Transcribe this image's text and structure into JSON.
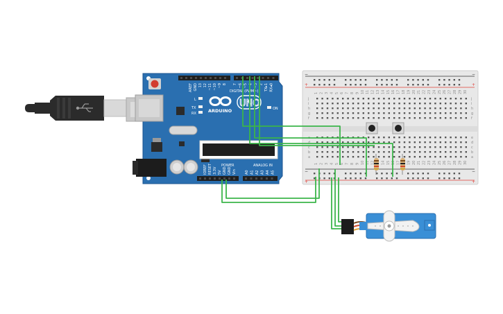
{
  "arduino": {
    "brand": "ARDUINO",
    "model": "UNO",
    "digital_header_label": "DIGITAL (PWM~)",
    "power_header_label": "POWER",
    "analog_header_label": "ANALOG IN",
    "on_label": "ON",
    "tx_label": "TX",
    "rx_label": "RX",
    "l_label": "L",
    "top_pin_labels": [
      "AREF",
      "GND",
      "13",
      "12",
      "~11",
      "~10",
      "~9",
      "8",
      "7",
      "~6",
      "~5",
      "4",
      "~3",
      "2",
      "TX▸1",
      "RX◂0"
    ],
    "power_pin_labels": [
      "IOREF",
      "RESET",
      "3.3V",
      "5V",
      "GND",
      "GND",
      "Vin"
    ],
    "analog_pin_labels": [
      "A0",
      "A1",
      "A2",
      "A3",
      "A4",
      "A5"
    ]
  },
  "breadboard": {
    "column_numbers": [
      "1",
      "2",
      "3",
      "4",
      "5",
      "6",
      "7",
      "8",
      "9",
      "10",
      "11",
      "12",
      "13",
      "14",
      "15",
      "16",
      "17",
      "18",
      "19",
      "20",
      "21",
      "22",
      "23",
      "24",
      "25",
      "26",
      "27",
      "28",
      "29",
      "30"
    ],
    "row_letters_top": [
      "j",
      "i",
      "h",
      "g",
      "f"
    ],
    "row_letters_bottom": [
      "e",
      "d",
      "c",
      "b",
      "a"
    ],
    "rail_minus": "−",
    "rail_plus": "+"
  },
  "colors": {
    "board_blue": "#2a6fb0",
    "board_edge": "#1d5591",
    "wire_green": "#3bb54a",
    "breadboard_body": "#e8e8e8",
    "rail_red": "#e0403a",
    "rail_black": "#333333",
    "servo_blue": "#3a8fd6",
    "usb_grey": "#c8c8c8"
  },
  "icons": {
    "usb_cable": "usb-b-cable",
    "reset_button": "reset-push-button",
    "push_buttons": "tactile-switch",
    "resistors": "resistor",
    "servo": "micro-servo"
  }
}
